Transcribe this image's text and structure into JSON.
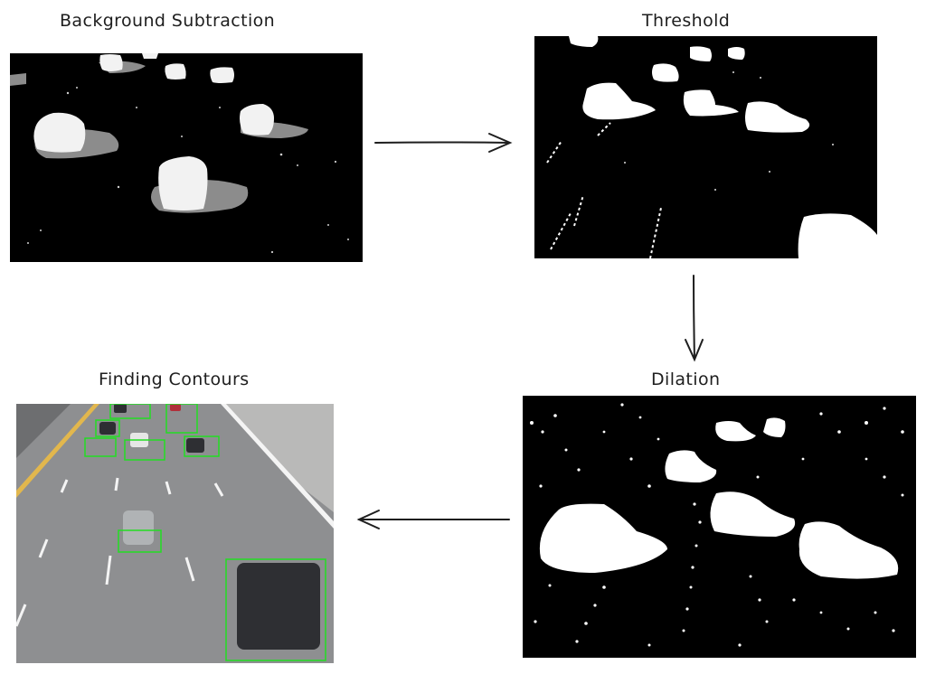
{
  "steps": [
    {
      "label": "Background Subtraction"
    },
    {
      "label": "Threshold"
    },
    {
      "label": "Dilation"
    },
    {
      "label": "Finding Contours"
    }
  ],
  "colors": {
    "mask_background": "#000000",
    "mask_foreground": "#ffffff",
    "shadow_gray": "#8c8c8c",
    "road": "#8e8f91",
    "lane_marking": "#f4f4f4",
    "contour_box": "#22dd22",
    "arrow": "#1e1e1e"
  },
  "flow": [
    "Background Subtraction",
    "Threshold",
    "Dilation",
    "Finding Contours"
  ]
}
